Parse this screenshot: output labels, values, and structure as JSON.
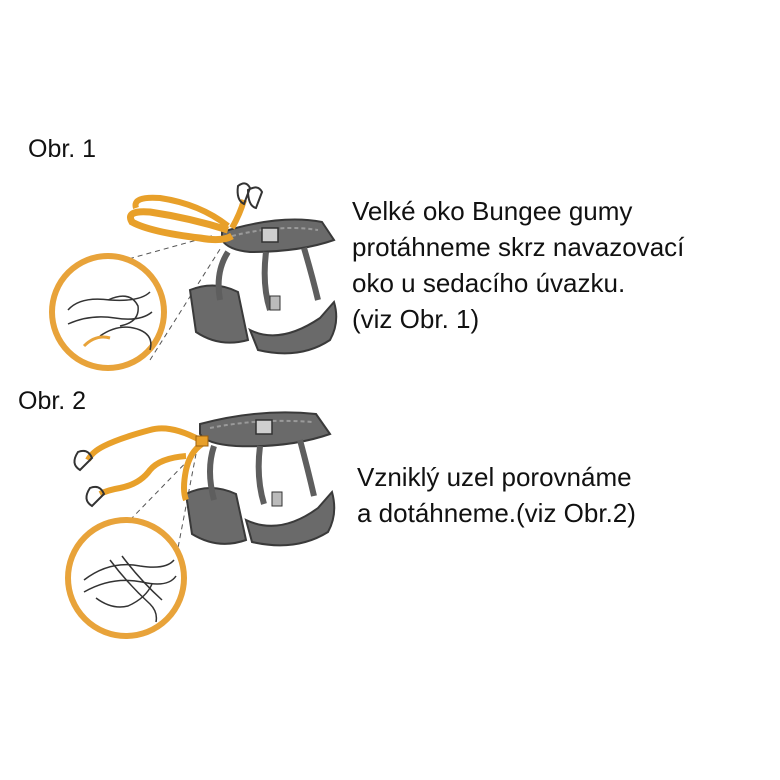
{
  "figures": [
    {
      "label": "Obr. 1",
      "text_lines": [
        "Velké oko Bungee gumy",
        "protáhneme skrz navazovací",
        "oko u sedacího úvazku.",
        "(viz Obr. 1)"
      ]
    },
    {
      "label": "Obr. 2",
      "text_lines": [
        "Vzniklý uzel porovnáme",
        "a dotáhneme.(viz Obr.2)"
      ]
    }
  ],
  "colors": {
    "rope": "#E8A02A",
    "rope_dark": "#9A6010",
    "harness": "#5E5E5E",
    "harness_light": "#8C8C8C",
    "circle": "#E8A33A",
    "line": "#333333"
  }
}
